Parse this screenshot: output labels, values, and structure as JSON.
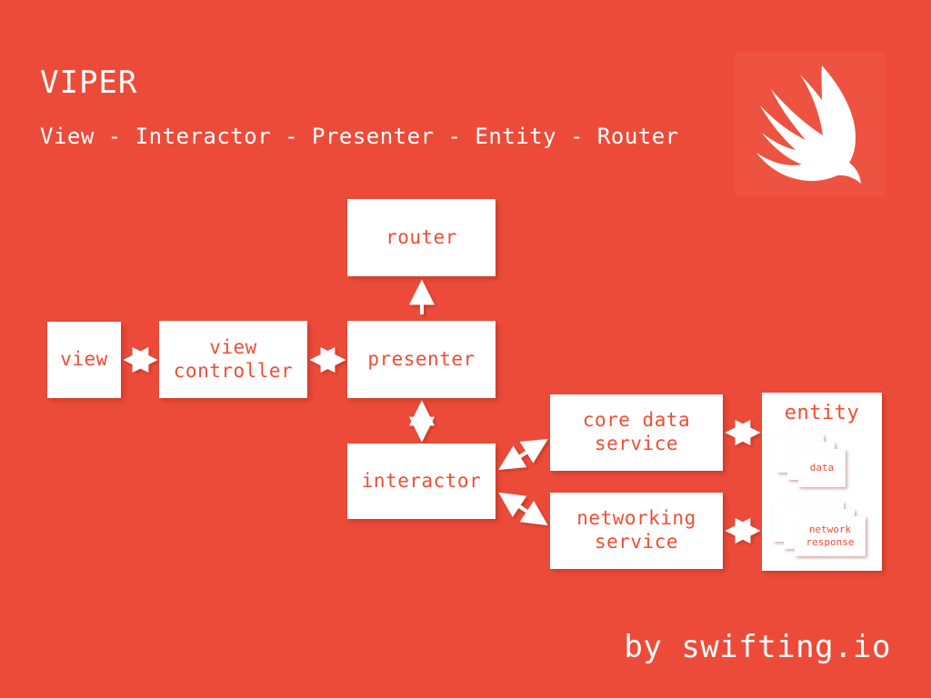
{
  "slide": {
    "background_color": "#ed4b39",
    "title": "VIPER",
    "subtitle": "View - Interactor - Presenter - Entity - Router",
    "footer": "by swifting.io",
    "logo_name": "swift-bird-logo",
    "logo_background_color": "#ee5240",
    "box_fill_color": "#ffffff",
    "box_text_color": "#f04e35",
    "arrow_color": "#ffffff"
  },
  "nodes": {
    "router": "router",
    "view": "view",
    "view_controller": "view\ncontroller",
    "presenter": "presenter",
    "interactor": "interactor",
    "core_data_service": "core data\nservice",
    "networking_service": "networking\nservice"
  },
  "entity_panel": {
    "title": "entity",
    "stacks": [
      {
        "name": "data-stack",
        "label": "data",
        "count": 3
      },
      {
        "name": "network-response-stack",
        "label": "network\nresponse",
        "count": 3
      }
    ]
  },
  "connections": [
    {
      "from": "view",
      "to": "view controller",
      "style": "double"
    },
    {
      "from": "view controller",
      "to": "presenter",
      "style": "double"
    },
    {
      "from": "presenter",
      "to": "router",
      "style": "single-up"
    },
    {
      "from": "presenter",
      "to": "interactor",
      "style": "double"
    },
    {
      "from": "interactor",
      "to": "core data service",
      "style": "double"
    },
    {
      "from": "interactor",
      "to": "networking service",
      "style": "double"
    },
    {
      "from": "core data service",
      "to": "entity",
      "style": "double"
    },
    {
      "from": "networking service",
      "to": "entity",
      "style": "double"
    }
  ]
}
